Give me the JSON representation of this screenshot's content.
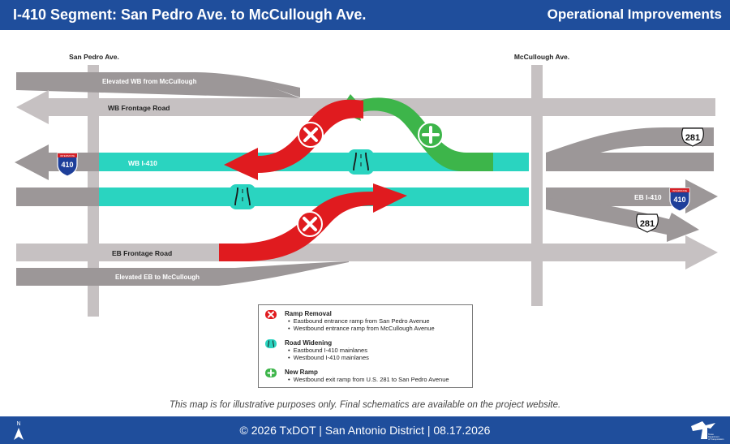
{
  "header": {
    "title": "I-410 Segment: San Pedro Ave. to McCullough Ave.",
    "subtitle": "Operational Improvements"
  },
  "map": {
    "cross_streets": [
      "San Pedro Ave.",
      "McCullough Ave."
    ],
    "road_labels": {
      "elevated_wb": "Elevated WB from McCullough",
      "wb_frontage": "WB Frontage Road",
      "wb_i410": "WB I-410",
      "eb_i410": "EB I-410",
      "eb_frontage": "EB Frontage Road",
      "elevated_eb": "Elevated EB to McCullough"
    },
    "shields": {
      "interstate": "410",
      "interstate_banner": "INTERSTATE",
      "us_route": "281"
    },
    "colors": {
      "road": "#c6c1c2",
      "road_dark": "#9c9798",
      "widening": "#2ad4c0",
      "removal": "#e01b1f",
      "new_ramp": "#3db54a",
      "header": "#1f4e9c"
    },
    "north_label": "N"
  },
  "legend": {
    "ramp_removal": {
      "title": "Ramp Removal",
      "items": [
        "Eastbound entrance ramp from San Pedro Avenue",
        "Westbound entrance ramp from McCullough Avenue"
      ]
    },
    "road_widening": {
      "title": "Road Widening",
      "items": [
        "Eastbound I-410 mainlanes",
        "Westbound I-410 mainlanes"
      ]
    },
    "new_ramp": {
      "title": "New Ramp",
      "items": [
        "Westbound exit ramp from U.S. 281 to San Pedro Avenue"
      ]
    }
  },
  "disclaimer": "This map is for illustrative purposes only. Final schematics are available on the project website.",
  "footer": {
    "text": "© 2026 TxDOT | San Antonio District | 08.17.2026",
    "logo_text": "Texas Department of Transportation"
  }
}
